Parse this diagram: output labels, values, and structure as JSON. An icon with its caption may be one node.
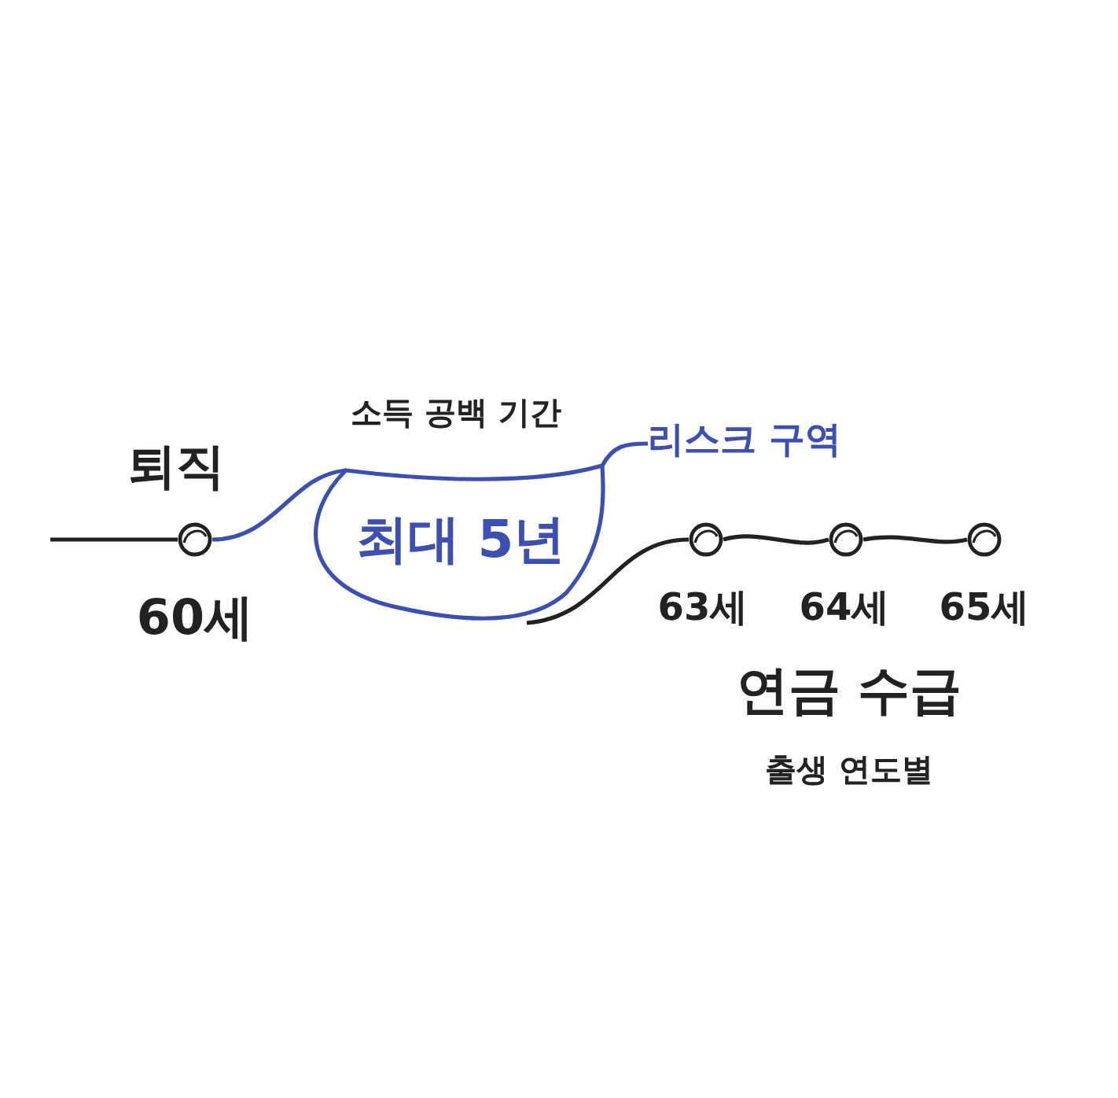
{
  "diagram": {
    "nodes": [
      {
        "text": [],
        "shape": "circle",
        "beside": [
          "퇴직",
          "60세"
        ]
      },
      {
        "text": [
          "최대 5년"
        ]
      },
      {
        "text": [
          "리스크 구역"
        ]
      },
      {
        "text": [],
        "shape": "circle",
        "beside": [
          "63세"
        ]
      },
      {
        "text": [],
        "shape": "circle",
        "beside": [
          "64세"
        ]
      },
      {
        "text": [],
        "shape": "circle",
        "beside": [
          "65세"
        ]
      }
    ],
    "edges": [
      {
        "from": null,
        "to": 0,
        "arrow": "none"
      },
      {
        "from": 0,
        "to": 1,
        "arrow": "none",
        "color": "#3d4fb0"
      },
      {
        "from": 1,
        "to": 2,
        "arrow": "none",
        "color": "#3d4fb0"
      },
      {
        "from": 1,
        "to": 3,
        "arrow": "none"
      },
      {
        "from": 3,
        "to": 4,
        "arrow": "none"
      },
      {
        "from": 4,
        "to": 5,
        "arrow": "none"
      }
    ],
    "labels": [
      "소득 공백 기간",
      "연금 수급",
      "출생 연도별"
    ]
  }
}
